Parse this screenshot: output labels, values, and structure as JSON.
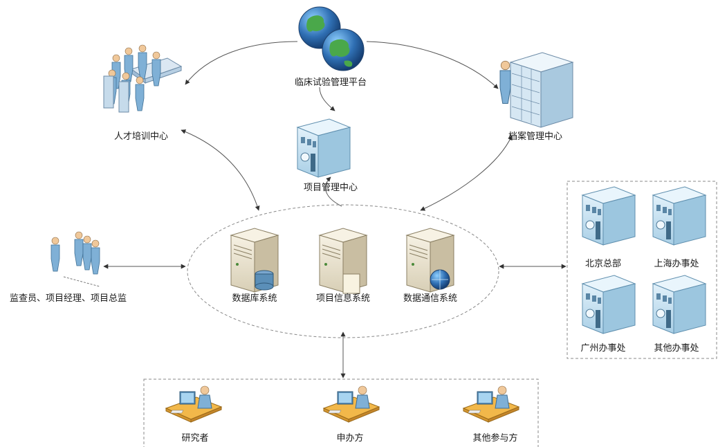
{
  "platform": {
    "label": "临床试验管理平台",
    "icon": "globe-icon"
  },
  "talent_center": {
    "label": "人才培训中心",
    "icon": "meeting-people-icon"
  },
  "archive_center": {
    "label": "档案管理中心",
    "icon": "archive-cabinet-icon"
  },
  "project_center": {
    "label": "项目管理中心",
    "icon": "building-icon"
  },
  "core_systems": [
    {
      "label": "数据库系统",
      "icon": "database-server-icon"
    },
    {
      "label": "项目信息系统",
      "icon": "document-server-icon"
    },
    {
      "label": "数据通信系统",
      "icon": "communication-server-icon"
    }
  ],
  "staff": {
    "label": "监查员、项目经理、项目总监",
    "icon": "people-group-icon"
  },
  "offices": [
    {
      "label": "北京总部",
      "icon": "building-icon"
    },
    {
      "label": "上海办事处",
      "icon": "building-icon"
    },
    {
      "label": "广州办事处",
      "icon": "building-icon"
    },
    {
      "label": "其他办事处",
      "icon": "building-icon"
    }
  ],
  "participants": [
    {
      "label": "研究者",
      "icon": "workstation-person-icon"
    },
    {
      "label": "申办方",
      "icon": "workstation-person-icon"
    },
    {
      "label": "其他参与方",
      "icon": "workstation-person-icon"
    }
  ],
  "colors": {
    "building_face": "#cfe6f3",
    "building_side": "#9cc6df",
    "server_face": "#efe8d6",
    "person": "#7fb0d6",
    "globe_ocean": "#2f6fb3",
    "globe_land": "#4aa84a"
  }
}
